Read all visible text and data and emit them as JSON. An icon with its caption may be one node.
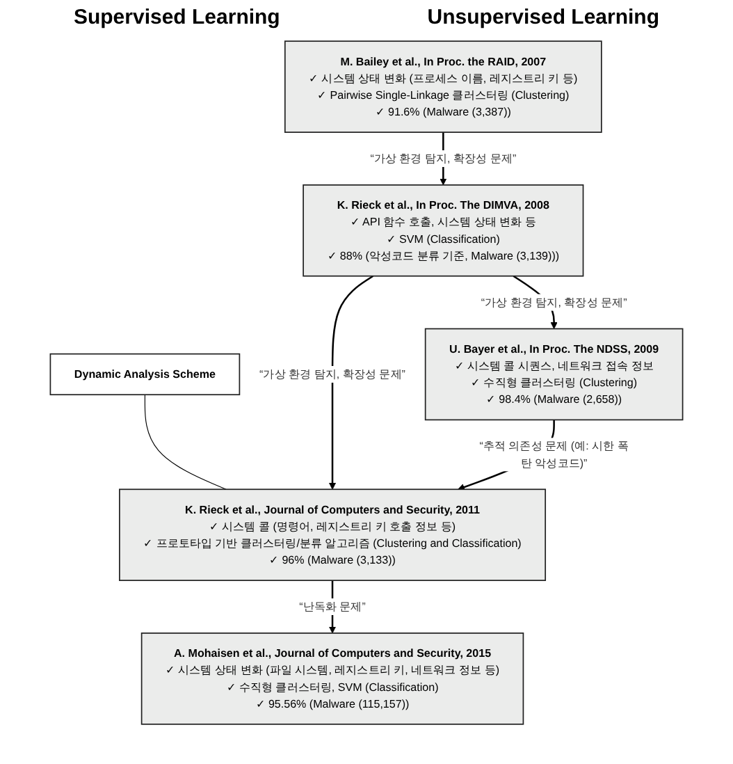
{
  "diagram": {
    "nodes": [
      {
        "text": [
          "Dynamic Analysis Scheme"
        ]
      },
      {
        "text": [
          "M. Bailey et al., In Proc. the RAID, 2007",
          "✓ 시스템 상태 변화 (프로세스 이름, 레지스트리 키 등)",
          "✓ Pairwise Single-Linkage 클러스터링 (Clustering)",
          "✓ 91.6% (Malware (3,387))"
        ]
      },
      {
        "text": [
          "K. Rieck et al., In Proc. The DIMVA, 2008",
          "✓ API 함수 호출, 시스템 상태 변화 등",
          "✓ SVM (Classification)",
          "✓ 88% (악성코드 분류 기준, Malware (3,139)))"
        ]
      },
      {
        "text": [
          "U. Bayer et al., In Proc. The NDSS, 2009",
          "✓ 시스템 콜 시퀀스, 네트워크 접속 정보",
          "✓ 수직형 클러스터링 (Clustering)",
          "✓ 98.4% (Malware (2,658))"
        ]
      },
      {
        "text": [
          "K. Rieck  et al., Journal of Computers and Security, 2011",
          "✓ 시스템 콜 (명령어, 레지스트리 키 호출 정보 등)",
          "✓ 프로토타입 기반 클러스터링/분류 알고리즘 (Clustering and Classification)",
          "✓ 96% (Malware (3,133))"
        ]
      },
      {
        "text": [
          "A. Mohaisen et al., Journal of Computers and Security, 2015",
          "✓ 시스템 상태 변화 (파일 시스템, 레지스트리 키, 네트워크 정보 등)",
          "✓ 수직형 클러스터링, SVM (Classification)",
          "✓ 95.56% (Malware (115,157))"
        ]
      }
    ],
    "edges": [
      {
        "from": 0,
        "to": 4,
        "arrow": "none"
      },
      {
        "from": 1,
        "to": 2,
        "arrow": "to",
        "label": "“가상 환경 탐지, 확장성 문제”"
      },
      {
        "from": 2,
        "to": 3,
        "arrow": "to",
        "label": "“가상 환경 탐지, 확장성 문제”"
      },
      {
        "from": 2,
        "to": 4,
        "arrow": "to",
        "label": "“가상 환경 탐지, 확장성 문제”"
      },
      {
        "from": 3,
        "to": 4,
        "arrow": "to",
        "label": "“추적 의존성 문제 (예: 시한 폭탄 악성코드)”"
      },
      {
        "from": 4,
        "to": 5,
        "arrow": "to",
        "label": "“난독화 문제”"
      }
    ],
    "labels": [
      "Supervised Learning",
      "Unsupervised Learning"
    ]
  }
}
